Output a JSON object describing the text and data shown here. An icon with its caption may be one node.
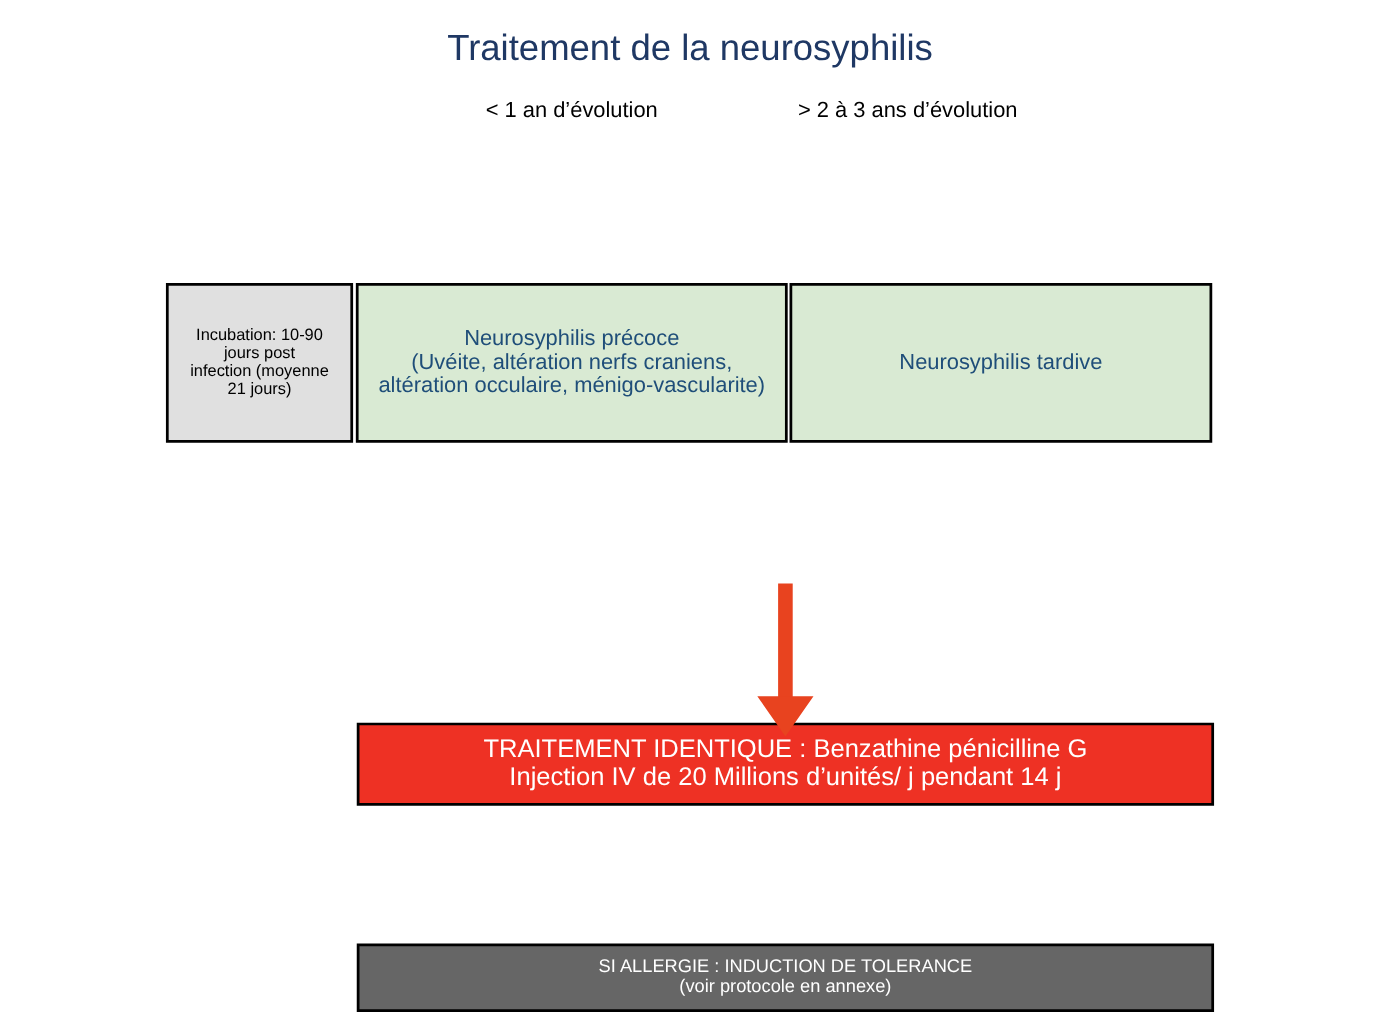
{
  "diagram": {
    "title": "Traitement de la neurosyphilis",
    "nodes": [
      {
        "text": [
          "Incubation: 10-90 jours post infection (moyenne 21 jours)"
        ]
      },
      {
        "text": [
          "Neurosyphilis précoce",
          "(Uvéite, altération nerfs craniens, altération occulaire, ménigo-vascularite)"
        ]
      },
      {
        "text": [
          "Neurosyphilis tardive"
        ]
      },
      {
        "text": [
          "TRAITEMENT IDENTIQUE : Benzathine pénicilline G",
          "Injection IV de 20 Millions d’unités/ j pendant 14 j"
        ]
      },
      {
        "text": [
          "SI ALLERGIE : INDUCTION DE TOLERANCE",
          "(voir protocole en annexe)"
        ]
      }
    ],
    "edges": [
      {
        "from": null,
        "to": 3,
        "arrow": "to",
        "color": "#e8431f"
      }
    ],
    "labels": [
      "< 1 an d’évolution",
      "> 2 à 3 ans d’évolution"
    ]
  }
}
